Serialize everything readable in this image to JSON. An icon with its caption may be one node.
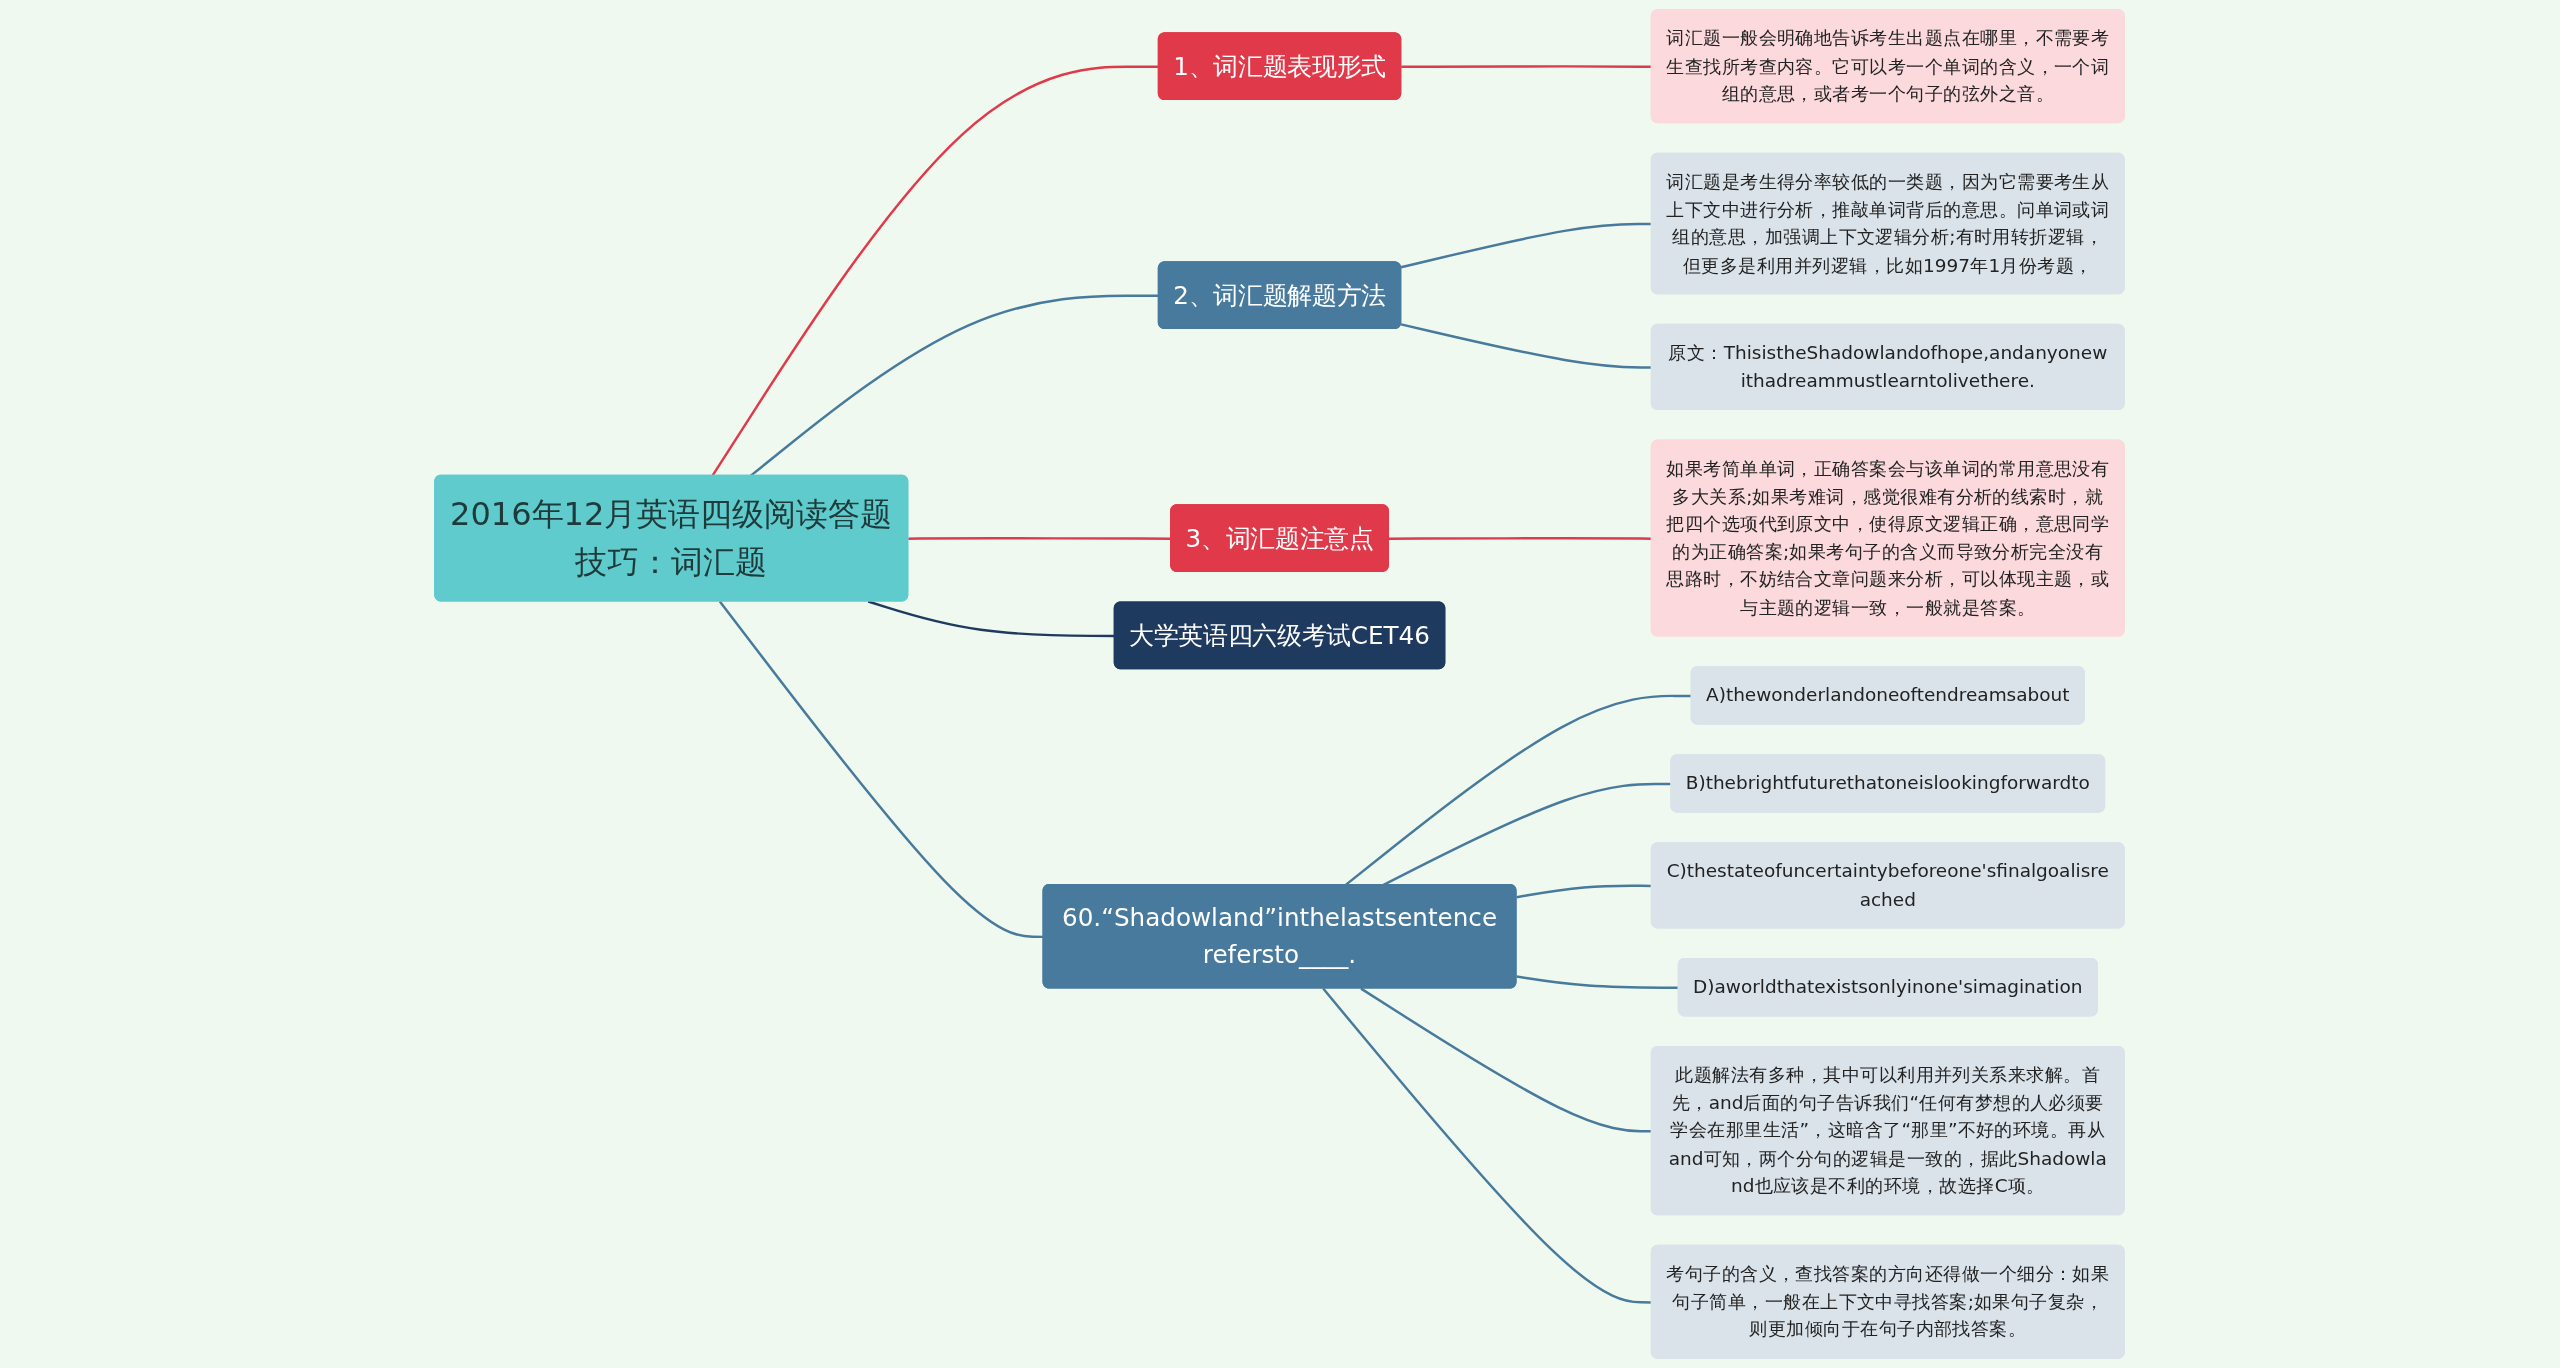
{
  "diagram": {
    "nodes": [
      {
        "text": [
          "2016年12月英语四级阅读答题技巧：词汇题"
        ]
      },
      {
        "text": [
          "1、词汇题表现形式"
        ]
      },
      {
        "text": [
          "词汇题一般会明确地告诉考生出题点在哪里，不需要考生查找所考查内容。它可以考一个单词的含义，一个词组的意思，或者考一个句子的弦外之音。"
        ]
      },
      {
        "text": [
          "2、词汇题解题方法"
        ]
      },
      {
        "text": [
          "词汇题是考生得分率较低的一类题，因为它需要考生从上下文中进行分析，推敲单词背后的意思。问单词或词组的意思，加强调上下文逻辑分析;有时用转折逻辑，但更多是利用并列逻辑，比如1997年1月份考题，"
        ]
      },
      {
        "text": [
          "原文：ThisistheShadowlandofhope,andanyonewithadreammustlearntolivethere."
        ]
      },
      {
        "text": [
          "3、词汇题注意点"
        ]
      },
      {
        "text": [
          "如果考简单单词，正确答案会与该单词的常用意思没有多大关系;如果考难词，感觉很难有分析的线索时，就把四个选项代到原文中，使得原文逻辑正确，意思同学的为正确答案;如果考句子的含义而导致分析完全没有思路时，不妨结合文章问题来分析，可以体现主题，或与主题的逻辑一致，一般就是答案。"
        ]
      },
      {
        "text": [
          "60.“Shadowland”inthelastsentencerefersto____."
        ]
      },
      {
        "text": [
          "A)thewonderlandoneoftendreamsabout"
        ]
      },
      {
        "text": [
          "B)thebrightfuturethatoneislookingforwardto"
        ]
      },
      {
        "text": [
          "C)thestateofuncertaintybeforeone'sfinalgoalisreached"
        ]
      },
      {
        "text": [
          "D)aworldthatexistsonlyinone'simagination"
        ]
      },
      {
        "text": [
          "此题解法有多种，其中可以利用并列关系来求解。首先，and后面的句子告诉我们“任何有梦想的人必须要学会在那里生活”，这暗含了“那里”不好的环境。再从and可知，两个分句的逻辑是一致的，据此Shadowland也应该是不利的环境，故选择C项。"
        ]
      },
      {
        "text": [
          "考句子的含义，查找答案的方向还得做一个细分：如果句子简单，一般在上下文中寻找答案;如果句子复杂，则更加倾向于在句子内部找答案。"
        ]
      },
      {
        "text": [
          "大学英语四六级考试CET46"
        ]
      }
    ],
    "edges": [
      {
        "from": 0,
        "to": 1,
        "arrow": "none",
        "color": "#e0394a"
      },
      {
        "from": 1,
        "to": 2,
        "arrow": "none",
        "color": "#e0394a"
      },
      {
        "from": 0,
        "to": 3,
        "arrow": "none"
      },
      {
        "from": 3,
        "to": 4,
        "arrow": "none"
      },
      {
        "from": 3,
        "to": 5,
        "arrow": "none"
      },
      {
        "from": 0,
        "to": 6,
        "arrow": "none",
        "color": "#e0394a"
      },
      {
        "from": 6,
        "to": 7,
        "arrow": "none",
        "color": "#e0394a"
      },
      {
        "from": 0,
        "to": 8,
        "arrow": "none"
      },
      {
        "from": 8,
        "to": 9,
        "arrow": "none"
      },
      {
        "from": 8,
        "to": 10,
        "arrow": "none"
      },
      {
        "from": 8,
        "to": 11,
        "arrow": "none"
      },
      {
        "from": 8,
        "to": 12,
        "arrow": "none"
      },
      {
        "from": 8,
        "to": 13,
        "arrow": "none"
      },
      {
        "from": 8,
        "to": 14,
        "arrow": "none"
      },
      {
        "from": 0,
        "to": 15,
        "arrow": "none",
        "color": "#1e3a5f"
      }
    ]
  }
}
